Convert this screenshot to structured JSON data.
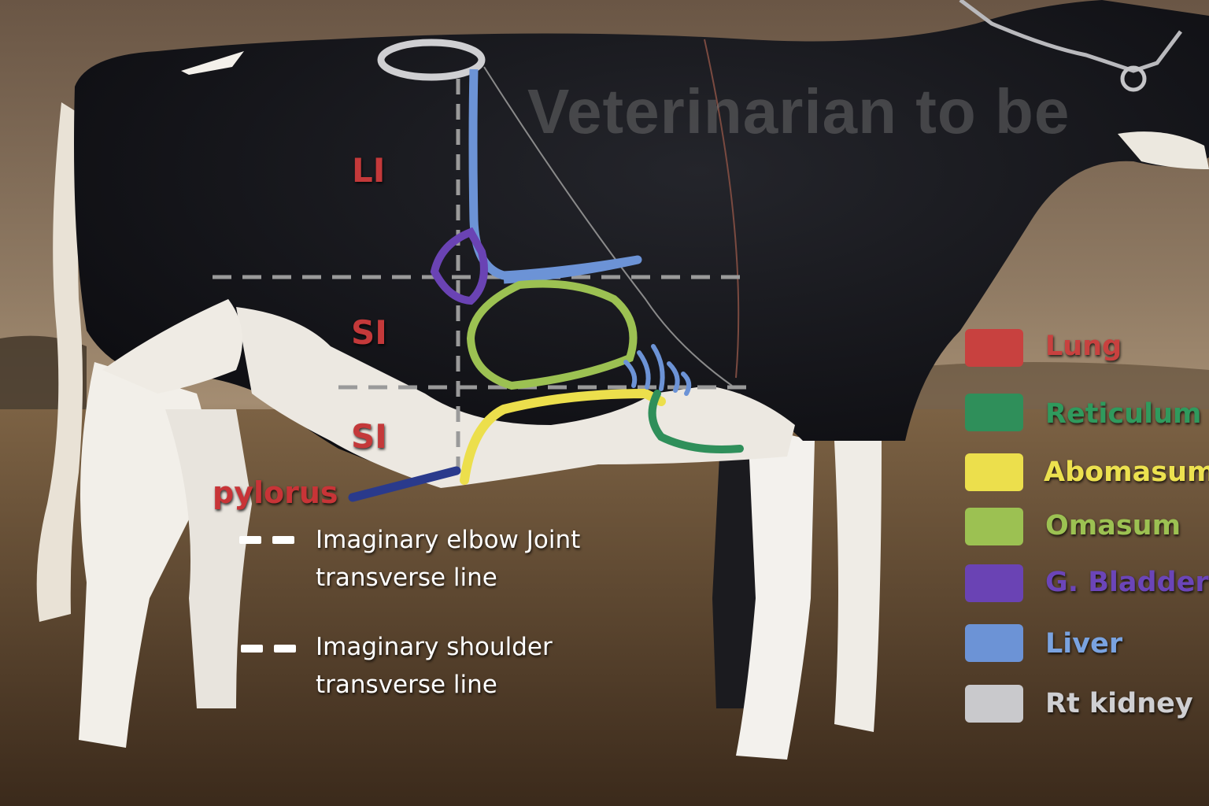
{
  "watermark": "Veterinarian to be",
  "regions": {
    "li": "LI",
    "si_upper": "SI",
    "si_lower": "SI"
  },
  "pylorus_label": "pylorus",
  "notes": {
    "elbow_line_1": "Imaginary elbow Joint",
    "elbow_line_2": "transverse line",
    "shoulder_line_1": "Imaginary shoulder",
    "shoulder_line_2": "transverse line"
  },
  "legend": [
    {
      "label": "Lung",
      "swatch": "#c8413f",
      "text": "#c8413f"
    },
    {
      "label": "Reticulum",
      "swatch": "#2f8f5a",
      "text": "#2f9a5d"
    },
    {
      "label": "Abomasum",
      "swatch": "#ecdf4c",
      "text": "#ece14f"
    },
    {
      "label": "Omasum",
      "swatch": "#9cc152",
      "text": "#9cc152"
    },
    {
      "label": "G. Bladder",
      "swatch": "#6a43b4",
      "text": "#6b45b8"
    },
    {
      "label": "Liver",
      "swatch": "#6c93d6",
      "text": "#7aa3e0"
    },
    {
      "label": "Rt kidney",
      "swatch": "#c9c9cc",
      "text": "#cfcfd2"
    }
  ],
  "colors": {
    "lung": "#c8413f",
    "reticulum": "#2f8f5a",
    "abomasum": "#ecdf4c",
    "omasum": "#9cc152",
    "gall_bladder": "#6a43b4",
    "liver": "#6c93d6",
    "kidney": "#c9c9cc",
    "pylorus_duct": "#2a3a8c"
  }
}
